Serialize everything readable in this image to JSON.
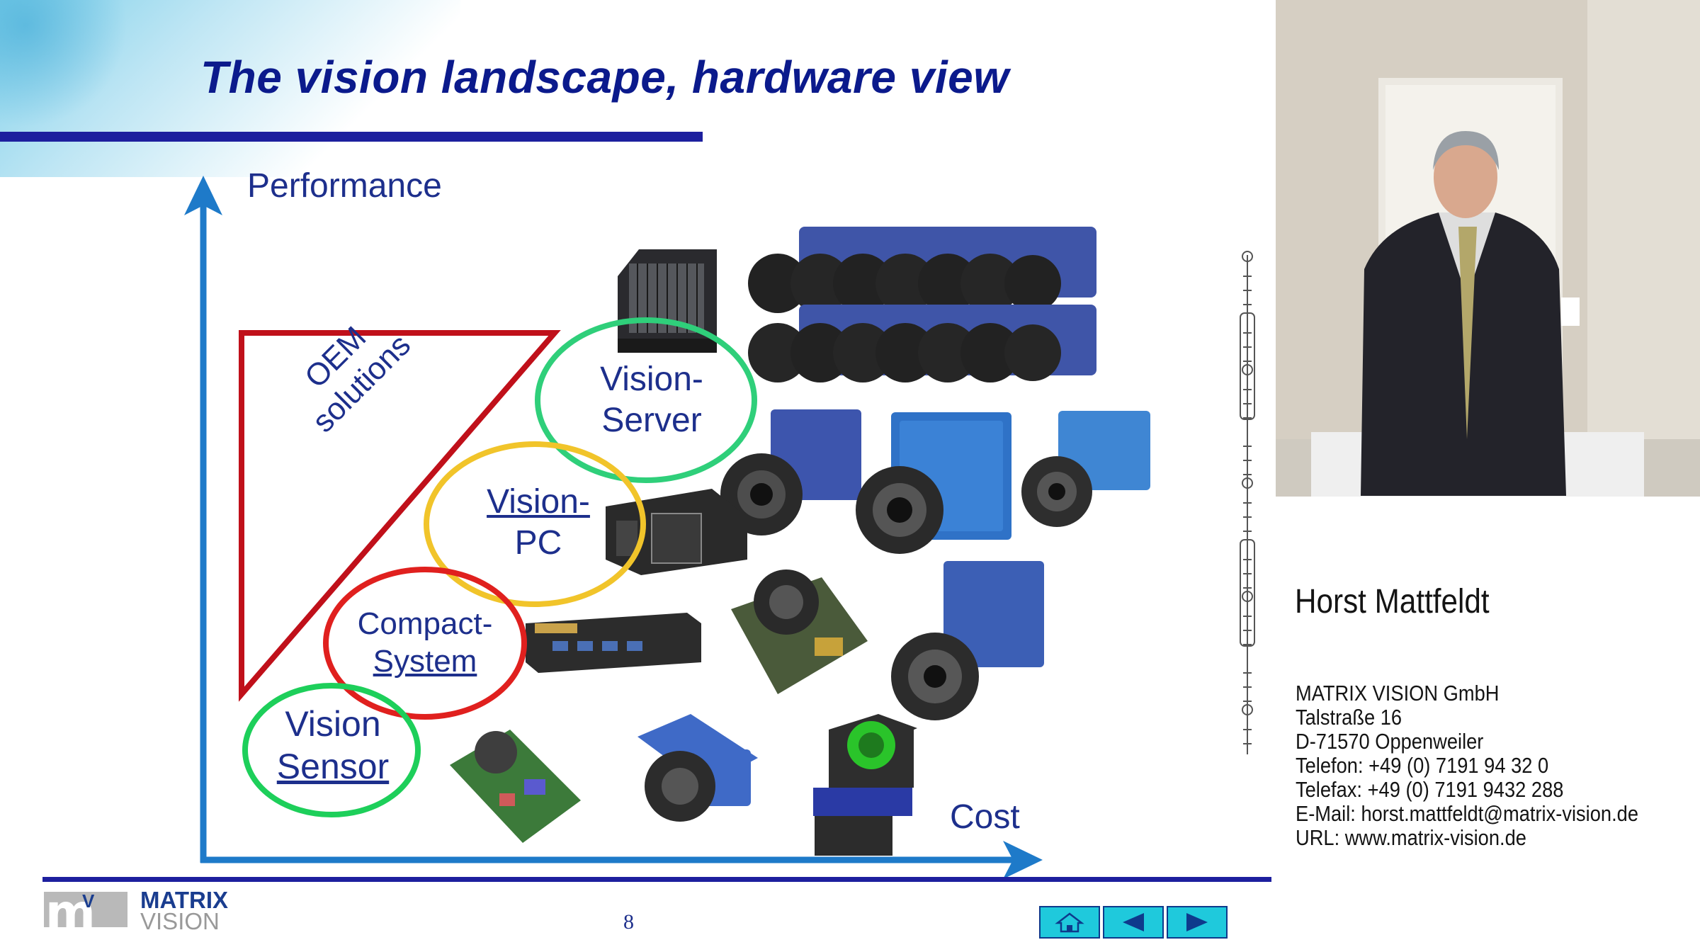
{
  "slide": {
    "title": "The vision landscape, hardware view",
    "axis_y_label": "Performance",
    "axis_x_label": "Cost",
    "triangle_label": "OEM solutions",
    "regions": [
      {
        "line1": "Vision-",
        "line2": "Server"
      },
      {
        "line1": "Vision-",
        "line2": "PC"
      },
      {
        "line1": "Compact-",
        "line2": "System"
      },
      {
        "line1": "Vision",
        "line2": "Sensor"
      }
    ],
    "page_number": "8",
    "logo": {
      "mark": "m",
      "mark_v": "V",
      "name_line1": "MATRIX",
      "name_line2": "VISION"
    },
    "nav": [
      {
        "icon": "home-icon"
      },
      {
        "icon": "previous-icon"
      },
      {
        "icon": "next-icon"
      }
    ],
    "colors": {
      "title": "#0b1a8c",
      "rule": "#1d1f9e",
      "axis": "#1e7ac9",
      "triangle": "#c0101a",
      "server_ring": "#2fcf7a",
      "pc_ring": "#f1c42a",
      "compact_ring": "#e0201e",
      "sensor_ring": "#1dcf5a",
      "nav_button": "#1fc9dc",
      "text": "#1d2f8c"
    }
  },
  "speaker": {
    "name": "Horst Mattfeldt",
    "contact": [
      "MATRIX VISION GmbH",
      "Talstraße 16",
      "D-71570 Oppenweiler",
      "Telefon: +49 (0) 7191 94 32 0",
      "Telefax: +49 (0) 7191 9432 288",
      "E-Mail: horst.mattfeldt@matrix-vision.de",
      "URL: www.matrix-vision.de"
    ]
  }
}
